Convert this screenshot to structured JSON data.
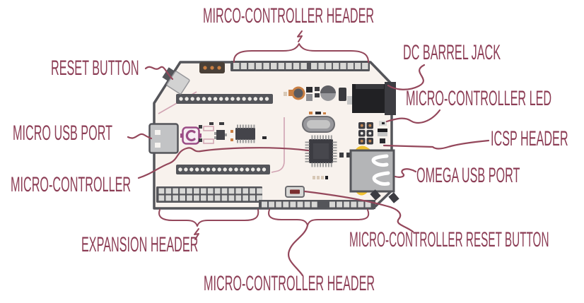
{
  "diagram": {
    "subject": "Omega2 Arduino dock annotated board diagram",
    "labels": {
      "mcu_header_top": "MIRCO-CONTROLLER HEADER",
      "dc_barrel_jack": "DC BARREL JACK",
      "reset_button": "RESET BUTTON",
      "mcu_led": "MICRO-CONTROLLER LED",
      "micro_usb_port": "MICRO USB PORT",
      "icsp_header": "ICSP HEADER",
      "micro_controller": "MICRO-CONTROLLER",
      "omega_usb_port": "OMEGA USB PORT",
      "expansion_header": "EXPANSION HEADER",
      "mcu_reset_button": "MICRO-CONTROLLER RESET BUTTON",
      "mcu_header_bottom": "MICRO-CONTROLLER HEADER"
    },
    "colors": {
      "label_text": "#8c3d55",
      "leader_line": "#94475b",
      "board_fill": "#f8f2ed",
      "board_edge": "#54555a",
      "pin_square": "#d8d8d6",
      "socket_dot": "#eceae6",
      "chip_dark": "#404046",
      "jack_black": "#212124",
      "metal_gray": "#b4b5b7",
      "accent_orange": "#c97f43",
      "accent_purple": "#9b4d86",
      "accent_yellow": "#f1c12f",
      "silkscreen_pink": "#d1a3b2"
    }
  }
}
